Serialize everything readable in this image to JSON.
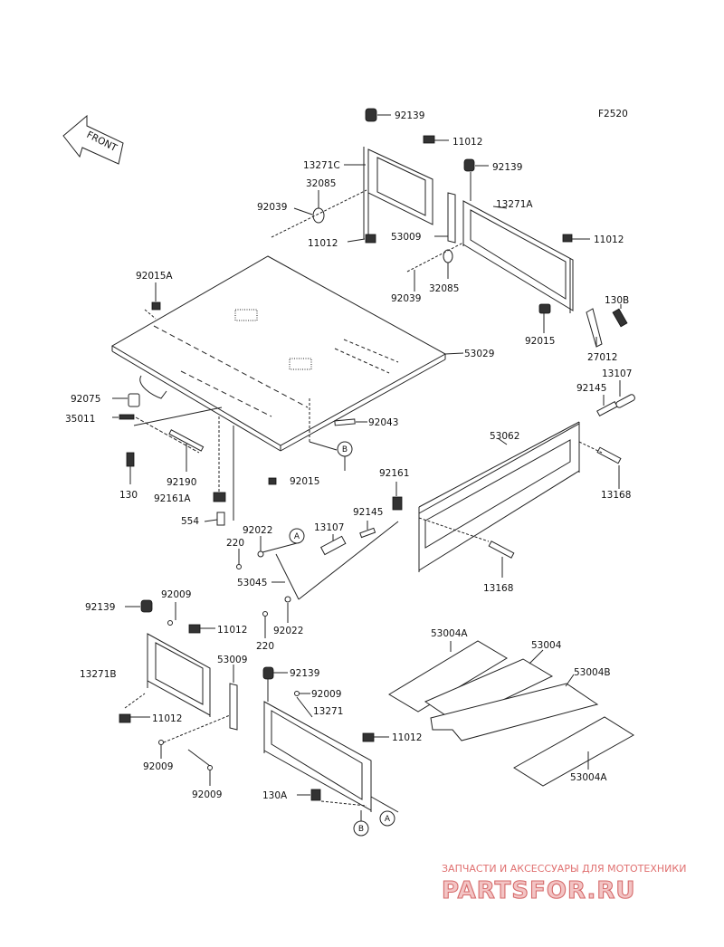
{
  "figure_code": "F2520",
  "front_arrow_text": "FRONT",
  "ref_markers": [
    "A",
    "B"
  ],
  "labels": {
    "l92139a": "92139",
    "l11012a": "11012",
    "l13271c": "13271C",
    "l92139b": "92139",
    "l32085a": "32085",
    "l92039a": "92039",
    "l13271a": "13271A",
    "l11012b": "11012",
    "l53009a": "53009",
    "l11012c": "11012",
    "l92015a": "92015A",
    "l92039b": "92039",
    "l32085b": "32085",
    "l130b": "130B",
    "l92015": "92015",
    "l27012": "27012",
    "l53029": "53029",
    "l13107a": "13107",
    "l92145a": "92145",
    "l92075": "92075",
    "l35011": "35011",
    "l92043": "92043",
    "l53062": "53062",
    "l130": "130",
    "l92190": "92190",
    "l92161a": "92161A",
    "l92015b": "92015",
    "l13168a": "13168",
    "l554": "554",
    "l92161": "92161",
    "l92022a": "92022",
    "l13107b": "13107",
    "l92145b": "92145",
    "l220a": "220",
    "l53045": "53045",
    "l13168b": "13168",
    "l92139c": "92139",
    "l92009a": "92009",
    "l11012d": "11012",
    "l92022b": "92022",
    "l220b": "220",
    "l53009b": "53009",
    "l53004a1": "53004A",
    "l53004": "53004",
    "l13271b": "13271B",
    "l92139d": "92139",
    "l92009b": "92009",
    "l53004b": "53004B",
    "l13271": "13271",
    "l11012e": "11012",
    "l11012f": "11012",
    "l92009c": "92009",
    "l53004a2": "53004A",
    "l130a": "130A",
    "l92009d": "92009"
  },
  "watermark": {
    "line1": "ЗАПЧАСТИ И АКСЕССУАРЫ ДЛЯ МОТОТЕХНИКИ",
    "line2": "PARTSFOR.RU"
  }
}
